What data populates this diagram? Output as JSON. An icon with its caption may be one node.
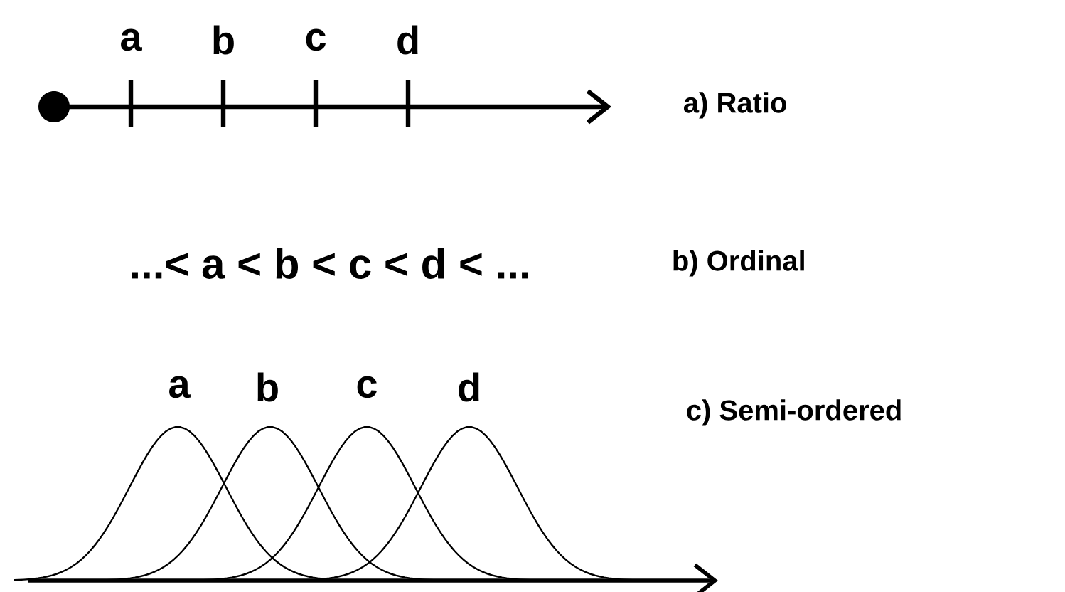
{
  "diagram": {
    "labels": [
      "a",
      "b",
      "c",
      "d",
      "a) Ratio",
      "...< a < b < c < d < ...",
      "b) Ordinal",
      "a",
      "b",
      "c",
      "d",
      "c) Semi-ordered"
    ]
  }
}
